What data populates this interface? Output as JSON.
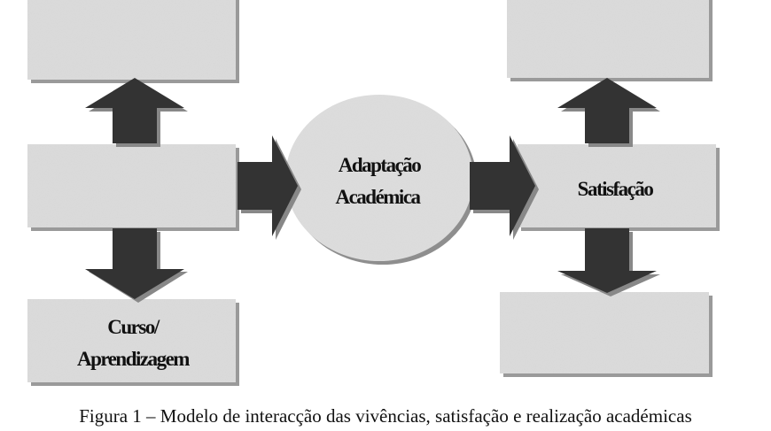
{
  "diagram": {
    "nodes": {
      "top_left": "",
      "middle_left": "",
      "bottom_left": [
        "Curso/",
        "Aprendizagem"
      ],
      "center": [
        "Adaptação",
        "Académica"
      ],
      "top_right": "",
      "middle_right": "Satisfação",
      "bottom_right": ""
    },
    "colors": {
      "box_fill": "#dcdcdc",
      "box_shadow": "#9a9a9a",
      "arrow_fill": "#333333",
      "arrow_shadow": "#888888",
      "ellipse_fill": "#dedede",
      "text": "#111111"
    }
  },
  "caption": "Figura 1 – Modelo de interacção das vivências, satisfação e realização académicas"
}
